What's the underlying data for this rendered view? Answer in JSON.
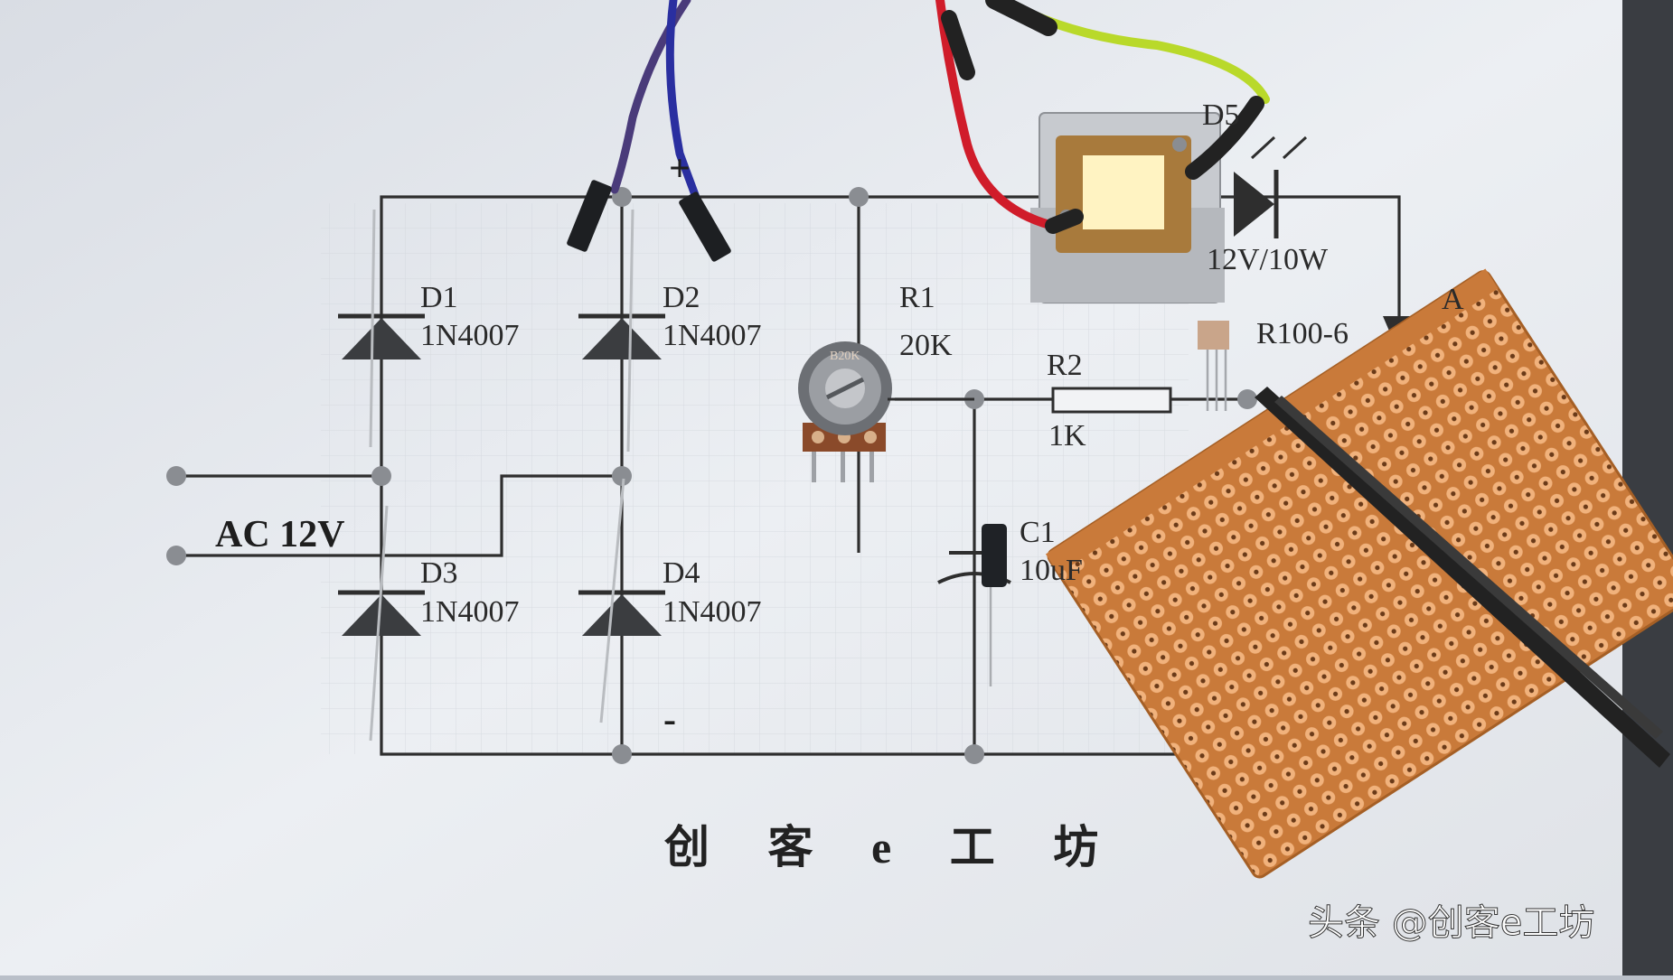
{
  "schematic": {
    "labels": {
      "d1_name": "D1",
      "d1_part": "1N4007",
      "d2_name": "D2",
      "d2_part": "1N4007",
      "d3_name": "D3",
      "d3_part": "1N4007",
      "d4_name": "D4",
      "d4_part": "1N4007",
      "r1_name": "R1",
      "r1_value": "20K",
      "r2_name": "R2",
      "r2_value": "1K",
      "c1_name": "C1",
      "c1_value": "10uF",
      "d5_name": "D5",
      "led_spec": "12V/10W",
      "anode": "A",
      "transistor": "R100-6",
      "ac_input": "AC 12V",
      "plus": "+",
      "minus": "-",
      "pot_marking": "B20K"
    },
    "footer": "创 客 e 工 坊"
  },
  "watermark": "头条 @创客e工坊",
  "colors": {
    "paper": "#e6e9ee",
    "wire": "#2e2e2e",
    "pcb": "#c87a3c",
    "pad": "#f0b078",
    "led_light": "#fff6c8",
    "heatsink": "#c9ccd0"
  }
}
